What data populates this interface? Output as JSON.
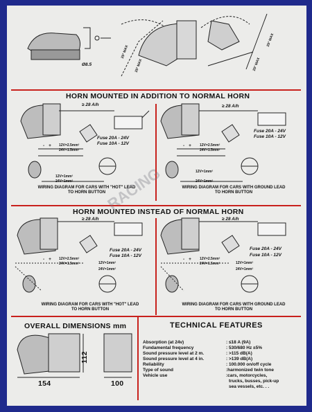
{
  "top": {
    "hole_label": "Ø8.5",
    "angle1": "25° MAX",
    "angle2": "25° MAX",
    "angle3": "25° MAX",
    "angle4": "25° MAX"
  },
  "section1": {
    "title": "HORN MOUNTED  IN  ADDITION TO NORMAL HORN",
    "left": {
      "current": "≥ 28  A/h",
      "fuse1": "Fuse 20A - 24V",
      "fuse2": "Fuse 10A - 12V",
      "wire1": "12V=2.5mm²",
      "wire2": "24V=1.5mm²",
      "wire3": "12V=1mm²",
      "wire4": "24V=1mm²",
      "plus": "+",
      "minus": "-",
      "caption": "WIRING DIAGRAM FOR CARS WITH \"HOT\" LEAD TO HORN BUTTON"
    },
    "right": {
      "current": "≥ 28  A/h",
      "fuse1": "Fuse 20A - 24V",
      "fuse2": "Fuse 10A - 12V",
      "wire1": "12V=2.5mm²",
      "wire2": "24V=1.5mm²",
      "wire3": "12V=1mm²",
      "wire4": "24V=1mm²",
      "plus": "+",
      "minus": "-",
      "caption": "WIRING DIAGRAM FOR CARS WITH GROUND LEAD TO HORN BUTTON"
    }
  },
  "section2": {
    "title": "HORN MOUNTED  INSTEAD  OF  NORMAL HORN",
    "left": {
      "current": "≥ 28  A/h",
      "fuse1": "Fuse 20A - 24V",
      "fuse2": "Fuse 10A - 12V",
      "wire1": "12V=2.5mm²",
      "wire2": "24V=1.5mm²",
      "wire3": "12V=1mm²",
      "wire4": "24V=1mm²",
      "plus": "+",
      "minus": "-",
      "caption": "WIRING DIAGRAM FOR CARS WITH \"HOT\" LEAD TO HORN BUTTON"
    },
    "right": {
      "current": "≥ 28  A/h",
      "fuse1": "Fuse 20A - 24V",
      "fuse2": "Fuse 10A - 12V",
      "wire1": "12V=2.5mm²",
      "wire2": "24V=1.5mm²",
      "wire3": "12V=1mm²",
      "wire4": "24V=1mm²",
      "plus": "+",
      "minus": "-",
      "caption": "WIRING DIAGRAM FOR CARS WITH GROUND LEAD TO HORN BUTTON"
    }
  },
  "watermark": "RACING",
  "dimensions": {
    "title": "OVERALL  DIMENSIONS mm",
    "height": "112",
    "length": "154",
    "width": "100"
  },
  "technical": {
    "title": "TECHNICAL  FEATURES",
    "rows": [
      {
        "label": "Absorption (at 24v)",
        "value": ": ≤18  A  (9A)"
      },
      {
        "label": "Fundamental frequency",
        "value": ": 530/680 Hz ±5%"
      },
      {
        "label": "Sound pressure level at 2 m.",
        "value": ": >115 dB(A)"
      },
      {
        "label": "Sound pressure level at 4 in.",
        "value": ": >139 dB(A)"
      },
      {
        "label": "Reliability",
        "value": ": 100.000 on/off  cycle"
      },
      {
        "label": "Type of sound",
        "value": ":harmonized twin tone"
      },
      {
        "label": "Vehicle  use",
        "value": ":cars, motorcycles,"
      }
    ],
    "extra": [
      "trucks, busses,  pick-up",
      "sea vessels,   etc. . ."
    ]
  },
  "colors": {
    "frame": "#1f2a8c",
    "paper": "#ececea",
    "divider": "#c8201c"
  }
}
